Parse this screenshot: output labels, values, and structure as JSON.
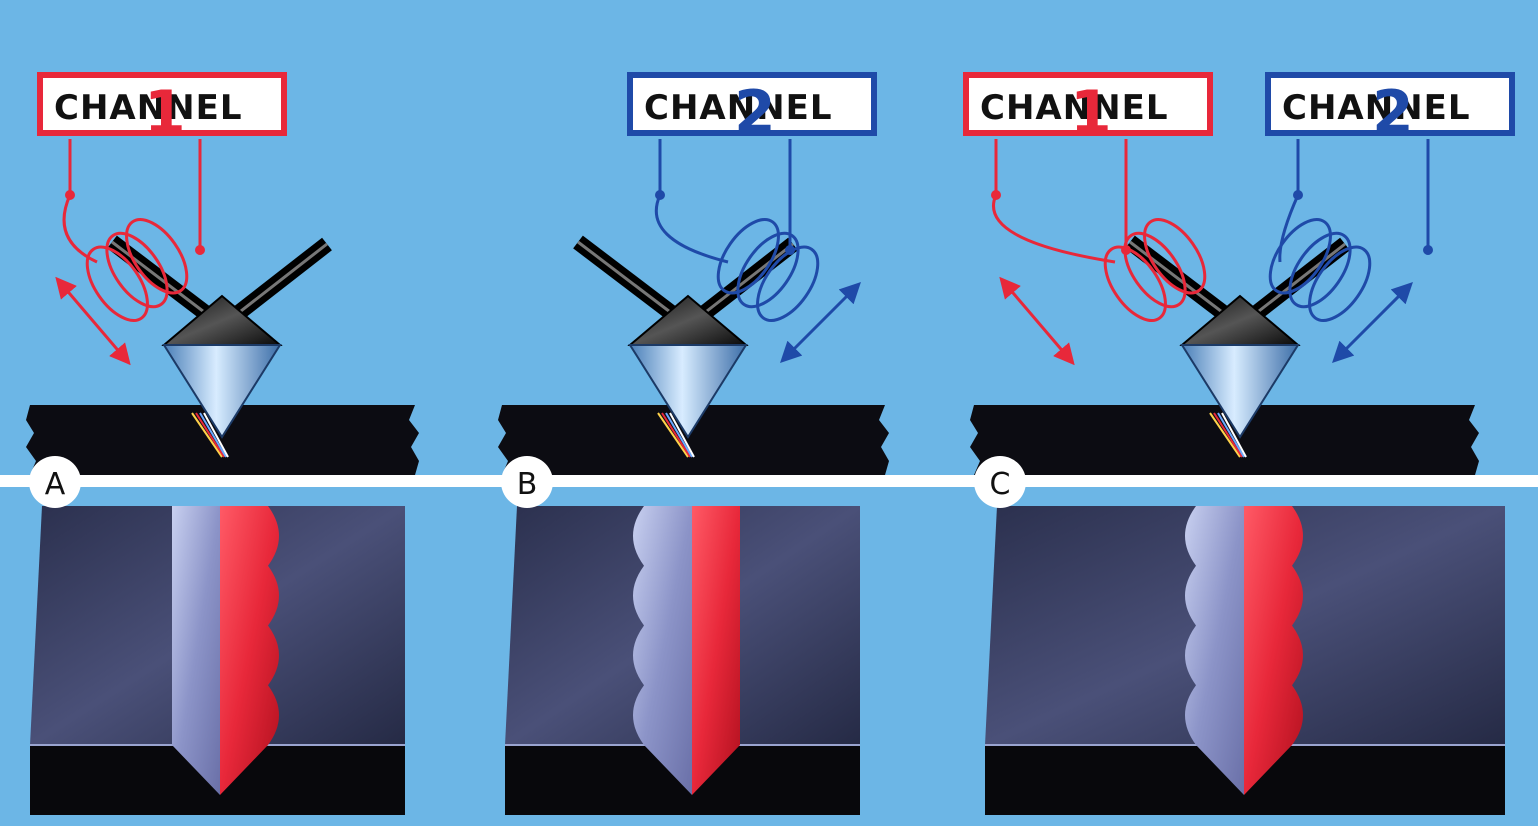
{
  "channel_label": "CHANNEL",
  "panels": [
    {
      "letter": "A",
      "channels": [
        {
          "number": "1",
          "color": "#e8283a"
        }
      ],
      "groove_left_face": "#8c8cc0",
      "groove_right_face": "#e8283a",
      "wavy_side": "right"
    },
    {
      "letter": "B",
      "channels": [
        {
          "number": "2",
          "color": "#1f4aa8"
        }
      ],
      "groove_left_face": "#9ea8d8",
      "groove_right_face": "#e8283a",
      "wavy_side": "left"
    },
    {
      "letter": "C",
      "channels": [
        {
          "number": "1",
          "color": "#e8283a"
        },
        {
          "number": "2",
          "color": "#1f4aa8"
        }
      ],
      "groove_left_face": "#9ea8d8",
      "groove_right_face": "#e8283a",
      "wavy_side": "both"
    }
  ],
  "colors": {
    "background": "#6cb6e6",
    "record_surface": "#0c0c12",
    "block_top": "#343a5c",
    "block_front": "#08080c",
    "divider": "#ffffff",
    "stylus_metal": "#7fb0dc"
  }
}
